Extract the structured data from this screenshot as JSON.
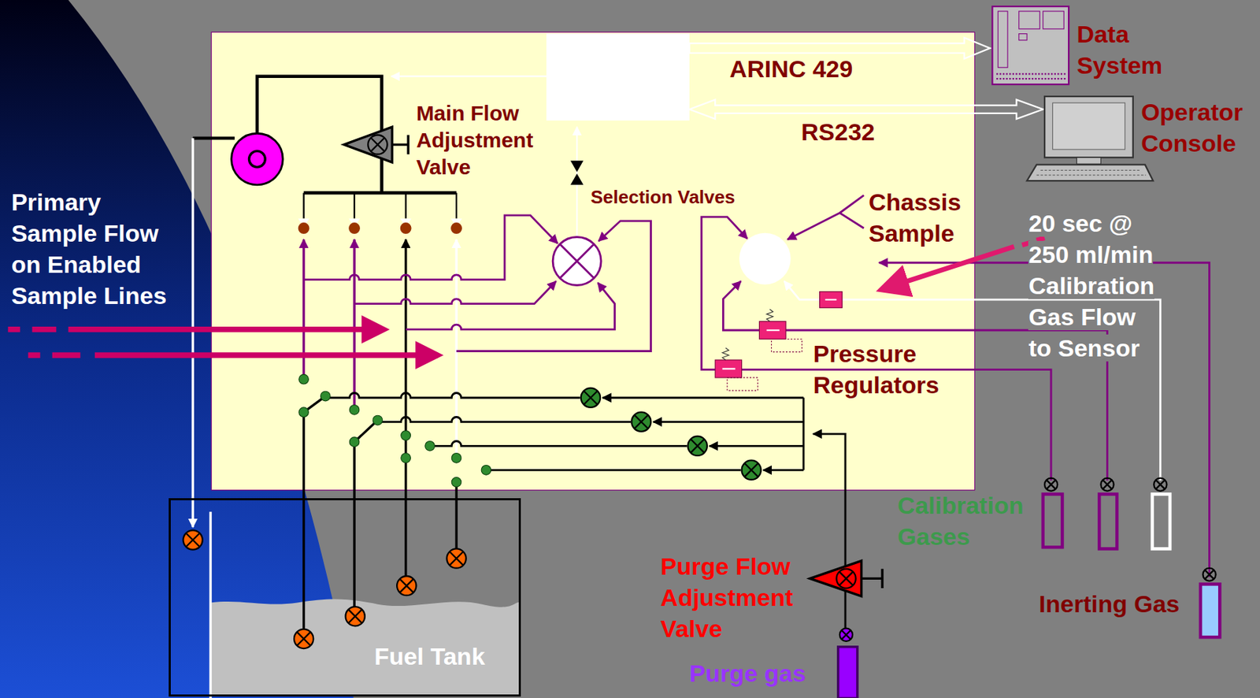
{
  "diagram": {
    "nodes": [
      {
        "text": [
          "Data System"
        ]
      },
      {
        "text": [
          "Operator Console"
        ]
      },
      {
        "text": [
          "Fuel Tank"
        ]
      },
      {
        "text": [
          "Purge gas"
        ]
      },
      {
        "text": [
          "Inerting Gas"
        ]
      }
    ],
    "labels": [
      "Primary Sample Flow on Enabled Sample Lines",
      "ARINC 429",
      "RS232",
      "Main Flow Adjustment Valve",
      "Selection Valves",
      "Chassis Sample",
      "20 sec @ 250 ml/min Calibration Gas Flow to Sensor",
      "Pressure Regulators",
      "Calibration Gases",
      "Purge Flow Adjustment Valve"
    ]
  }
}
